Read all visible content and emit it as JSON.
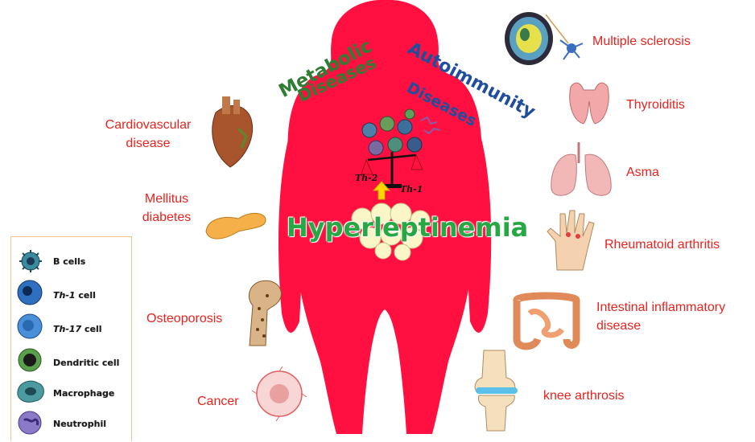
{
  "center": {
    "title": "Hyperleptinemia",
    "metabolic_word1": "Metabolic",
    "metabolic_word2": "Diseases",
    "autoimmunity_word1": "Autoimmunity",
    "autoimmunity_word2": "Diseases",
    "balance_left": "Th-2",
    "balance_right": "Th-1"
  },
  "left_diseases": {
    "cardio_line1": "Cardiovascular",
    "cardio_line2": "disease",
    "diabetes_line1": "Mellitus",
    "diabetes_line2": "diabetes",
    "osteoporosis": "Osteoporosis",
    "cancer": "Cancer"
  },
  "right_diseases": {
    "ms": "Multiple sclerosis",
    "thyroiditis": "Thyroiditis",
    "asma": "Asma",
    "ra": "Rheumatoid arthritis",
    "ibd_line1": "Intestinal inflammatory",
    "ibd_line2": "disease",
    "knee": "knee arthrosis"
  },
  "legend": {
    "b_cells": "B cells",
    "th1_prefix": "Th-1",
    "th1_suffix": " cell",
    "th17_prefix": "Th-17",
    "th17_suffix": " cell",
    "dendritic": "Dendritic cell",
    "macrophage": "Macrophage",
    "neutrophil": "Neutrophil"
  },
  "colors": {
    "body": "#ff1040",
    "label_red": "#e8231f",
    "metabolic_green": "#2e7d32",
    "autoimmunity_blue": "#1f4e9e",
    "title_green": "#27a844",
    "legend_border": "#f3c38a"
  }
}
